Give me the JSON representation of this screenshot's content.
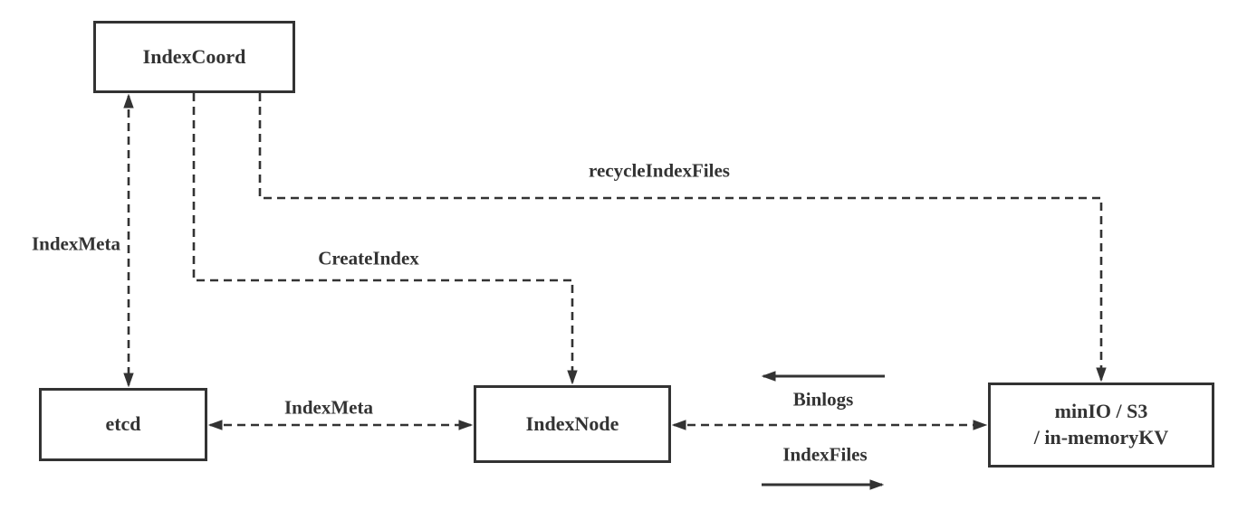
{
  "colors": {
    "line": "#333333",
    "text": "#333333",
    "background": "#ffffff"
  },
  "nodes": {
    "index_coord": {
      "label": "IndexCoord"
    },
    "etcd": {
      "label": "etcd"
    },
    "index_node": {
      "label": "IndexNode"
    },
    "storage": {
      "line1": "minIO / S3",
      "line2": "/ in-memoryKV"
    }
  },
  "edge_labels": {
    "index_meta_vertical": "IndexMeta",
    "create_index": "CreateIndex",
    "recycle_index_files": "recycleIndexFiles",
    "index_meta_horizontal": "IndexMeta",
    "binlogs": "Binlogs",
    "index_files": "IndexFiles"
  }
}
